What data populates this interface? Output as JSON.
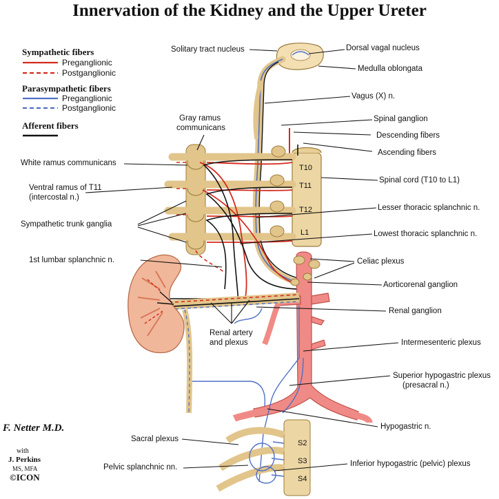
{
  "title": "Innervation of the Kidney and the Upper Ureter",
  "legend": {
    "sympathetic": {
      "heading": "Sympathetic fibers",
      "pre": "Preganglionic",
      "post": "Postganglionic",
      "color": "#d42a1c"
    },
    "parasympathetic": {
      "heading": "Parasympathetic fibers",
      "pre": "Preganglionic",
      "post": "Postganglionic",
      "color": "#4f6fc4"
    },
    "afferent": {
      "heading": "Afferent fibers",
      "color": "#111111"
    }
  },
  "labels": {
    "solitary_tract_nucleus": "Solitary tract nucleus",
    "dorsal_vagal_nucleus": "Dorsal vagal nucleus",
    "medulla_oblongata": "Medulla oblongata",
    "vagus": "Vagus (X) n.",
    "gray_ramus": [
      "Gray ramus",
      "communicans"
    ],
    "spinal_ganglion": "Spinal ganglion",
    "descending_fibers": "Descending fibers",
    "ascending_fibers": "Ascending fibers",
    "white_ramus": "White ramus communicans",
    "ventral_ramus": [
      "Ventral ramus of T11",
      "(intercostal n.)"
    ],
    "spinal_cord": "Spinal cord (T10 to L1)",
    "lesser_thoracic": "Lesser thoracic splanchnic n.",
    "sympathetic_trunk": "Sympathetic trunk ganglia",
    "lowest_thoracic": "Lowest thoracic splanchnic n.",
    "first_lumbar": "1st lumbar splanchnic n.",
    "celiac_plexus": "Celiac plexus",
    "aorticorenal": "Aorticorenal ganglion",
    "renal_ganglion": "Renal ganglion",
    "renal_artery": [
      "Renal artery",
      "and plexus"
    ],
    "intermesenteric": "Intermesenteric plexus",
    "superior_hypogastric": [
      "Superior hypogastric plexus",
      "(presacral n.)"
    ],
    "hypogastric": "Hypogastric n.",
    "sacral_plexus": "Sacral plexus",
    "pelvic_splanchnic": "Pelvic splanchnic nn.",
    "inferior_hypogastric": "Inferior hypogastric (pelvic) plexus"
  },
  "segments": {
    "t10": "T10",
    "t11": "T11",
    "t12": "T12",
    "l1": "L1",
    "s2": "S2",
    "s3": "S3",
    "s4": "S4"
  },
  "signature": {
    "name": "F. Netter M.D.",
    "with": "with",
    "coauthor": "J. Perkins",
    "credentials": "MS, MFA",
    "publisher": "©ICON"
  },
  "colors": {
    "nerve_tan": "#e2c58b",
    "nerve_outline": "#9a7b3e",
    "artery": "#f08a86",
    "artery_outline": "#c0504a",
    "kidney": "#f1b79a"
  }
}
